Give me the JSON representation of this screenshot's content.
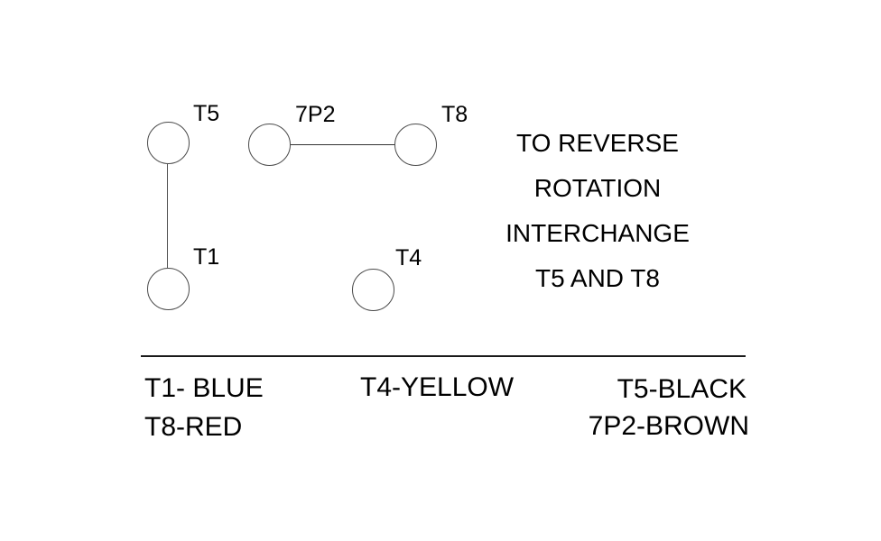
{
  "canvas": {
    "background_color": "#ffffff",
    "ink_color": "#000000",
    "circle_stroke_color": "#4a4a4a"
  },
  "diagram": {
    "terminals": [
      {
        "id": "T5",
        "label": "T5"
      },
      {
        "id": "7P2",
        "label": "7P2"
      },
      {
        "id": "T8",
        "label": "T8"
      },
      {
        "id": "T1",
        "label": "T1"
      },
      {
        "id": "T4",
        "label": "T4"
      }
    ],
    "connections": [
      {
        "from": "T5",
        "to": "T1"
      },
      {
        "from": "7P2",
        "to": "T8"
      }
    ]
  },
  "note": {
    "lines": [
      "TO REVERSE",
      "ROTATION",
      "INTERCHANGE",
      "T5 AND T8"
    ]
  },
  "legend": {
    "entries": [
      {
        "terminal": "T1",
        "color": "BLUE",
        "text": "T1- BLUE"
      },
      {
        "terminal": "T4",
        "color": "YELLOW",
        "text": "T4-YELLOW"
      },
      {
        "terminal": "T5",
        "color": "BLACK",
        "text": "T5-BLACK"
      },
      {
        "terminal": "T8",
        "color": "RED",
        "text": "T8-RED"
      },
      {
        "terminal": "7P2",
        "color": "BROWN",
        "text": "7P2-BROWN"
      }
    ]
  }
}
